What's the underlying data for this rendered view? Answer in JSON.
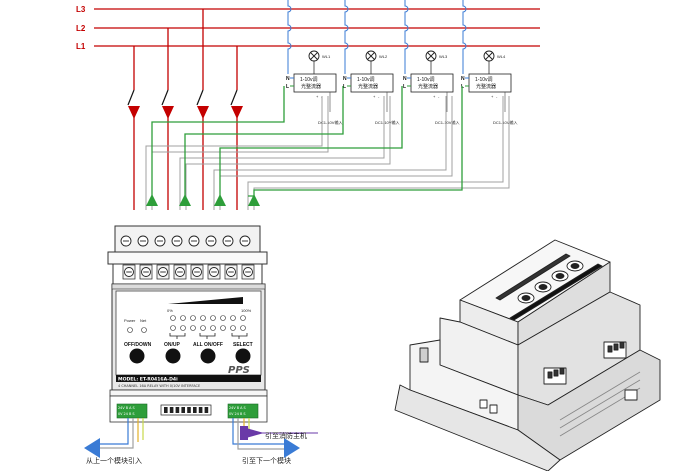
{
  "lines": {
    "l3": "L3",
    "l2": "L2",
    "l1": "L1"
  },
  "dimmers": [
    {
      "lamp": "WL1",
      "name_line1": "1-10v调",
      "name_line2": "光整流器",
      "n": "N",
      "l": "L",
      "plus": "+",
      "minus": "-",
      "input": "DC1-10V输入"
    },
    {
      "lamp": "WL2",
      "name_line1": "1-10v调",
      "name_line2": "光整流器",
      "n": "N",
      "l": "L",
      "plus": "+",
      "minus": "-",
      "input": "DC1-10V输入"
    },
    {
      "lamp": "WL3",
      "name_line1": "1-10v调",
      "name_line2": "光整流器",
      "n": "N",
      "l": "L",
      "plus": "+",
      "minus": "-",
      "input": "DC1-10V输入"
    },
    {
      "lamp": "WL4",
      "name_line1": "1-10v调",
      "name_line2": "光整流器",
      "n": "N",
      "l": "L",
      "plus": "+",
      "minus": "-",
      "input": "DC1-10V输入"
    }
  ],
  "module": {
    "power_label": "Power",
    "net_label": "Net",
    "pct_min": "0%",
    "pct_max": "100%",
    "buttons": [
      "OFF/DOWN",
      "ON/UP",
      "ALL ON/OFF",
      "SELECT"
    ],
    "brand": "PPS",
    "model": "MODEL: ET-R0416A-D4i",
    "description": "4 CHANNEL 16A RELAY WITH 0/10V INTERFACE",
    "bus_left_top": "24V  B   A   S",
    "bus_left_bottom": "0V  24  B  S",
    "bus_right_top": "24V  B   A   S",
    "bus_right_bottom": "0V  24  B  S"
  },
  "annotations": {
    "from_previous": "从上一个模块引入",
    "to_next": "引至下一个模块",
    "to_fire": "引至消防主机"
  },
  "colors": {
    "phase": "#c40000",
    "control": "#2e9e3a",
    "bus_blue": "#3a7bd5",
    "bus_purple": "#6a3aa8",
    "gray_wire": "#9a9a9a"
  }
}
